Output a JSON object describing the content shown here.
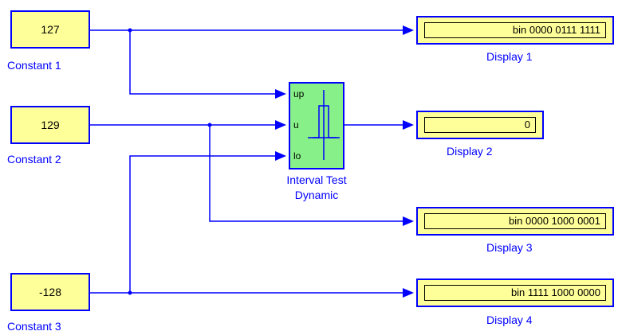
{
  "blocks": {
    "constant1": {
      "value": "127",
      "label": "Constant 1"
    },
    "constant2": {
      "value": "129",
      "label": "Constant 2"
    },
    "constant3": {
      "value": "-128",
      "label": "Constant 3"
    },
    "interval_test": {
      "label_line1": "Interval Test",
      "label_line2": "Dynamic",
      "ports": {
        "up": "up",
        "u": "u",
        "lo": "lo"
      }
    },
    "display1": {
      "value": "bin 0000 0111 1111",
      "label": "Display 1"
    },
    "display2": {
      "value": "0",
      "label": "Display 2"
    },
    "display3": {
      "value": "bin 0000 1000 0001",
      "label": "Display 3"
    },
    "display4": {
      "value": "bin 1111 1000 0000",
      "label": "Display 4"
    }
  },
  "colors": {
    "wire": "#0000ff",
    "block_fill": "#ffff99",
    "interval_fill": "#88f088"
  }
}
